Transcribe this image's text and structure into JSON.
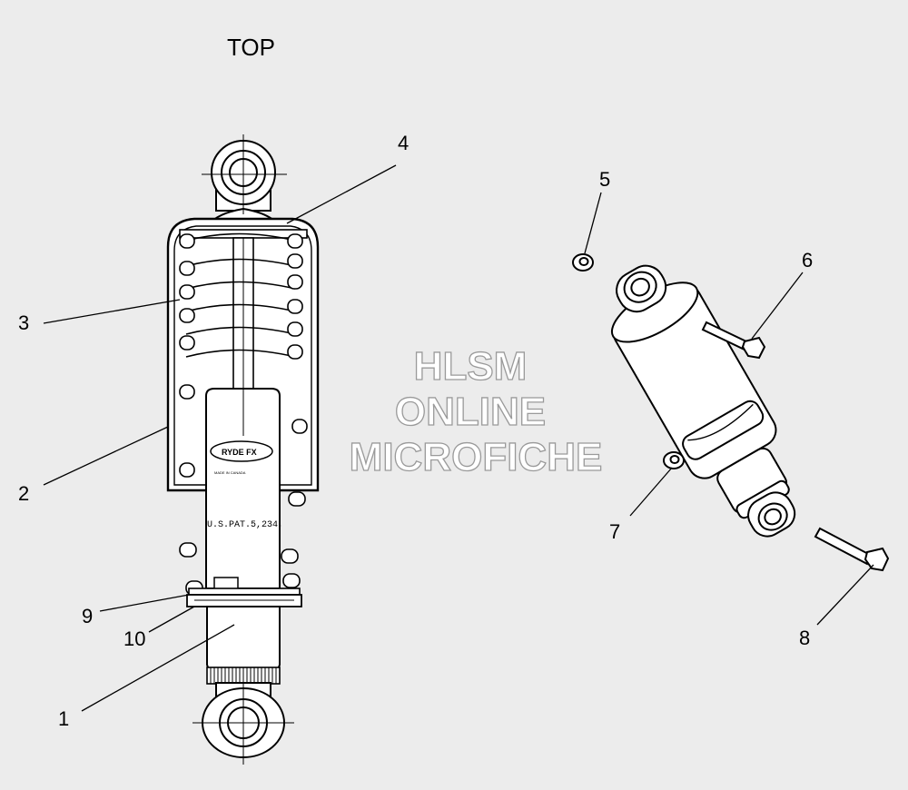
{
  "diagram": {
    "view_label": "TOP",
    "callouts": [
      {
        "id": "1",
        "text": "1"
      },
      {
        "id": "2",
        "text": "2"
      },
      {
        "id": "3",
        "text": "3"
      },
      {
        "id": "4",
        "text": "4"
      },
      {
        "id": "5",
        "text": "5"
      },
      {
        "id": "6",
        "text": "6"
      },
      {
        "id": "7",
        "text": "7"
      },
      {
        "id": "8",
        "text": "8"
      },
      {
        "id": "9",
        "text": "9"
      },
      {
        "id": "10",
        "text": "10"
      }
    ],
    "shock_label": {
      "brand": "RYDE FX",
      "patent": "U.S.PAT.5,234,",
      "origin": "MADE IN CANADA"
    },
    "watermark": [
      "HLSM",
      "ONLINE",
      "MICROFICHE"
    ],
    "colors": {
      "background": "#ececec",
      "line": "#000000",
      "part_fill": "#ffffff",
      "watermark_stroke": "#9a9a9a"
    }
  }
}
